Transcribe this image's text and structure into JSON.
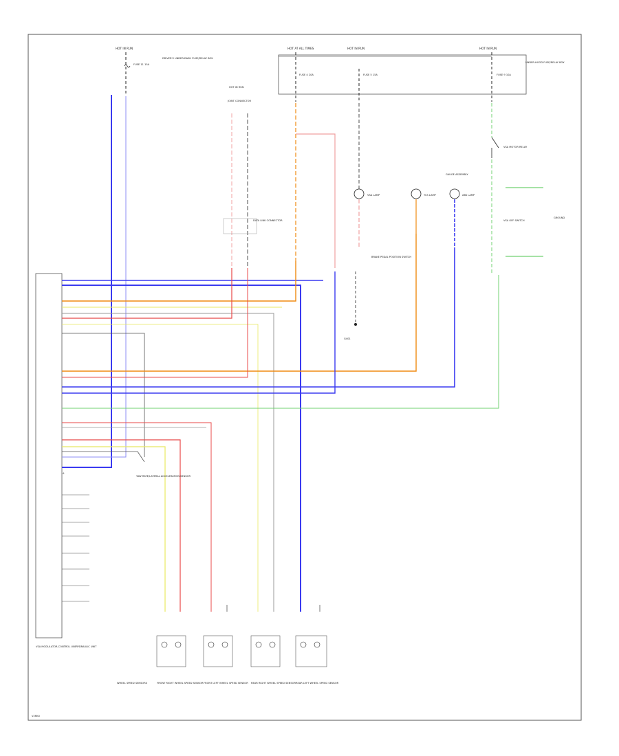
{
  "footer": {
    "code": "V2RK0"
  },
  "labels": {
    "fuse_left_top": "HOT IN RUN",
    "fuse_left_name": "FUSE 11 15A",
    "fuse_left_desc": "DRIVER'S UNDER-DASH FUSE/RELAY BOX",
    "fuse_box_top_left": "HOT AT ALL TIMES",
    "fuse_box_top_mid": "HOT IN RUN",
    "fuse_box_top_right": "HOT IN RUN",
    "fuse_a": "FUSE 4 20A",
    "fuse_b": "FUSE 5 15A",
    "fuse_c": "FUSE 9 10A",
    "fuse_box_desc": "UNDER-HOOD FUSE/RELAY BOX",
    "mid_top": "HOT IN RUN",
    "mid_junction": "JOINT CONNECTOR",
    "dlc": "DATA LINK CONNECTOR",
    "brake_switch": "BRAKE PEDAL POSITION SWITCH",
    "ground": "G401",
    "vsa_lamp": "VSA LAMP",
    "tcs_lamp": "TCS LAMP",
    "abs_lamp": "ABS LAMP",
    "gauge_assembly": "GAUGE ASSEMBLY",
    "relay_desc": "VSA MOTOR RELAY",
    "ground_right": "GROUND",
    "vsa_switch": "VSA OFF SWITCH",
    "abs_modulator": "VSA MODULATOR-CONTROL UNIT",
    "vsa_sensor": "YAW RATE/LATERAL ACCELERATION SENSOR",
    "wheel_sensors_title": "WHEEL SPEED SENSORS",
    "sensor_1": "FRONT RIGHT WHEEL SPEED SENSOR",
    "sensor_2": "FRONT LEFT WHEEL SPEED SENSOR",
    "sensor_3": "REAR RIGHT WHEEL SPEED SENSOR",
    "sensor_4": "REAR LEFT WHEEL SPEED SENSOR",
    "pin_tag": "A",
    "bottom_tag": "HYDRAULIC UNIT"
  },
  "colors": {
    "blue": "#3a3af0",
    "orange": "#f08a10",
    "red": "#e84848",
    "pink": "#f0a0a0",
    "yellow": "#e8e860",
    "green": "#70d070",
    "gray": "#999999",
    "black": "#222222"
  }
}
